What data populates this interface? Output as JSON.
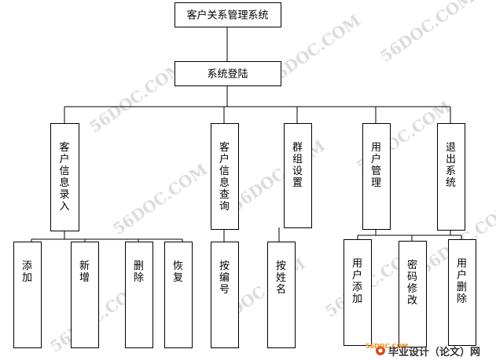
{
  "diagram": {
    "root": "客户关系管理系统",
    "login": "系统登陆",
    "modules": [
      {
        "id": "m1",
        "label": "客户信息录入"
      },
      {
        "id": "m2",
        "label": "客户信息查询"
      },
      {
        "id": "m3",
        "label": "群组设置"
      },
      {
        "id": "m4",
        "label": "用户管理"
      },
      {
        "id": "m5",
        "label": "退出系统"
      }
    ],
    "leaves": [
      {
        "id": "l1",
        "label": "添加"
      },
      {
        "id": "l2",
        "label": "新增"
      },
      {
        "id": "l3",
        "label": "删除"
      },
      {
        "id": "l4",
        "label": "恢复"
      },
      {
        "id": "l5",
        "label": "按编号"
      },
      {
        "id": "l6",
        "label": "按姓名"
      },
      {
        "id": "l7",
        "label": "用户添加"
      },
      {
        "id": "l8",
        "label": "密码修改"
      },
      {
        "id": "l9",
        "label": "用户删除"
      }
    ]
  },
  "watermark": "56DOC.COM",
  "footer": {
    "logo_text": "56DOC.COM",
    "site_text": "毕业设计（论文）网"
  }
}
